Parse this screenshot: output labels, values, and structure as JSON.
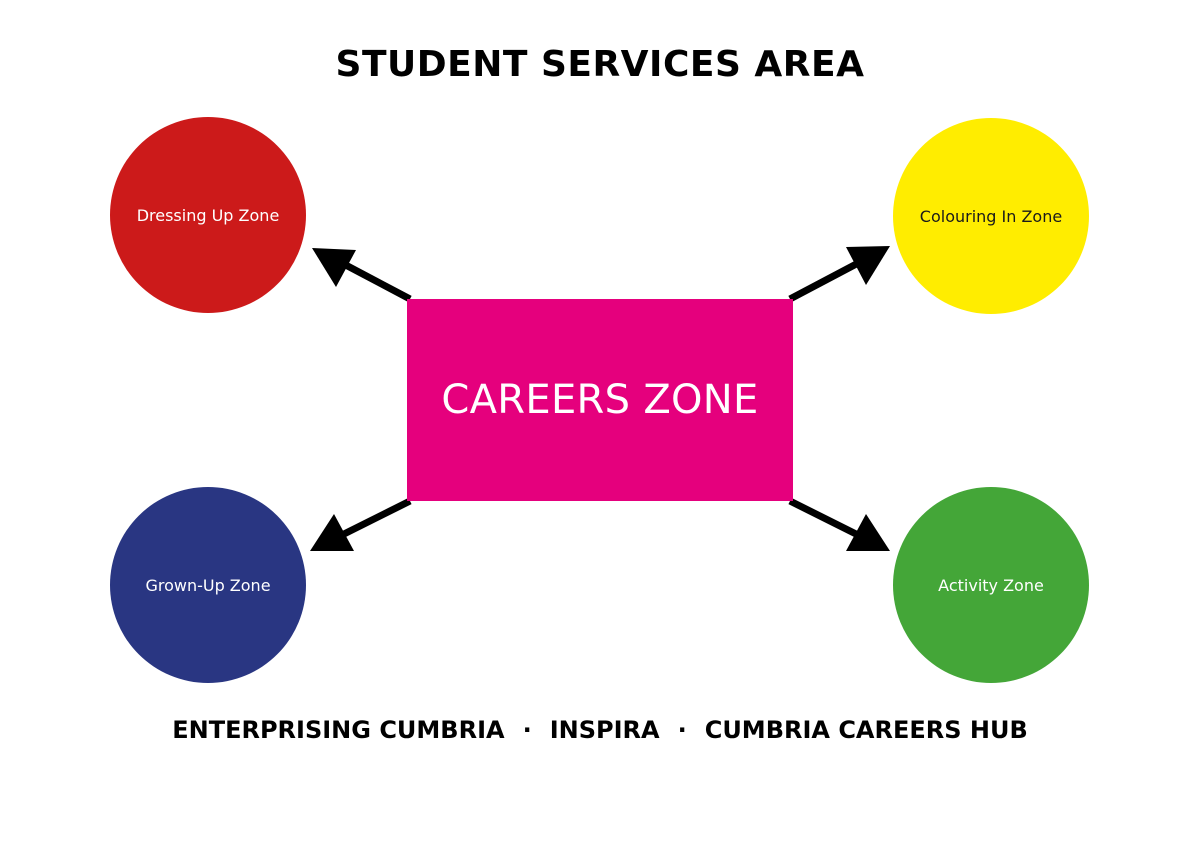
{
  "title": "STUDENT SERVICES AREA",
  "center": {
    "label": "CAREERS ZONE",
    "color": "#e5007d",
    "text_color": "#ffffff"
  },
  "zones": [
    {
      "label": "Dressing Up Zone",
      "color": "#cc1a1a",
      "text_color": "#ffffff"
    },
    {
      "label": "Colouring In Zone",
      "color": "#ffed00",
      "text_color": "#1a1a1a"
    },
    {
      "label": "Grown-Up Zone",
      "color": "#293682",
      "text_color": "#ffffff"
    },
    {
      "label": "Activity Zone",
      "color": "#44a638",
      "text_color": "#ffffff"
    }
  ],
  "arrow_color": "#000000",
  "footer": {
    "items": [
      "ENTERPRISING CUMBRIA",
      "INSPIRA",
      "CUMBRIA CAREERS HUB"
    ],
    "separator": "·"
  }
}
